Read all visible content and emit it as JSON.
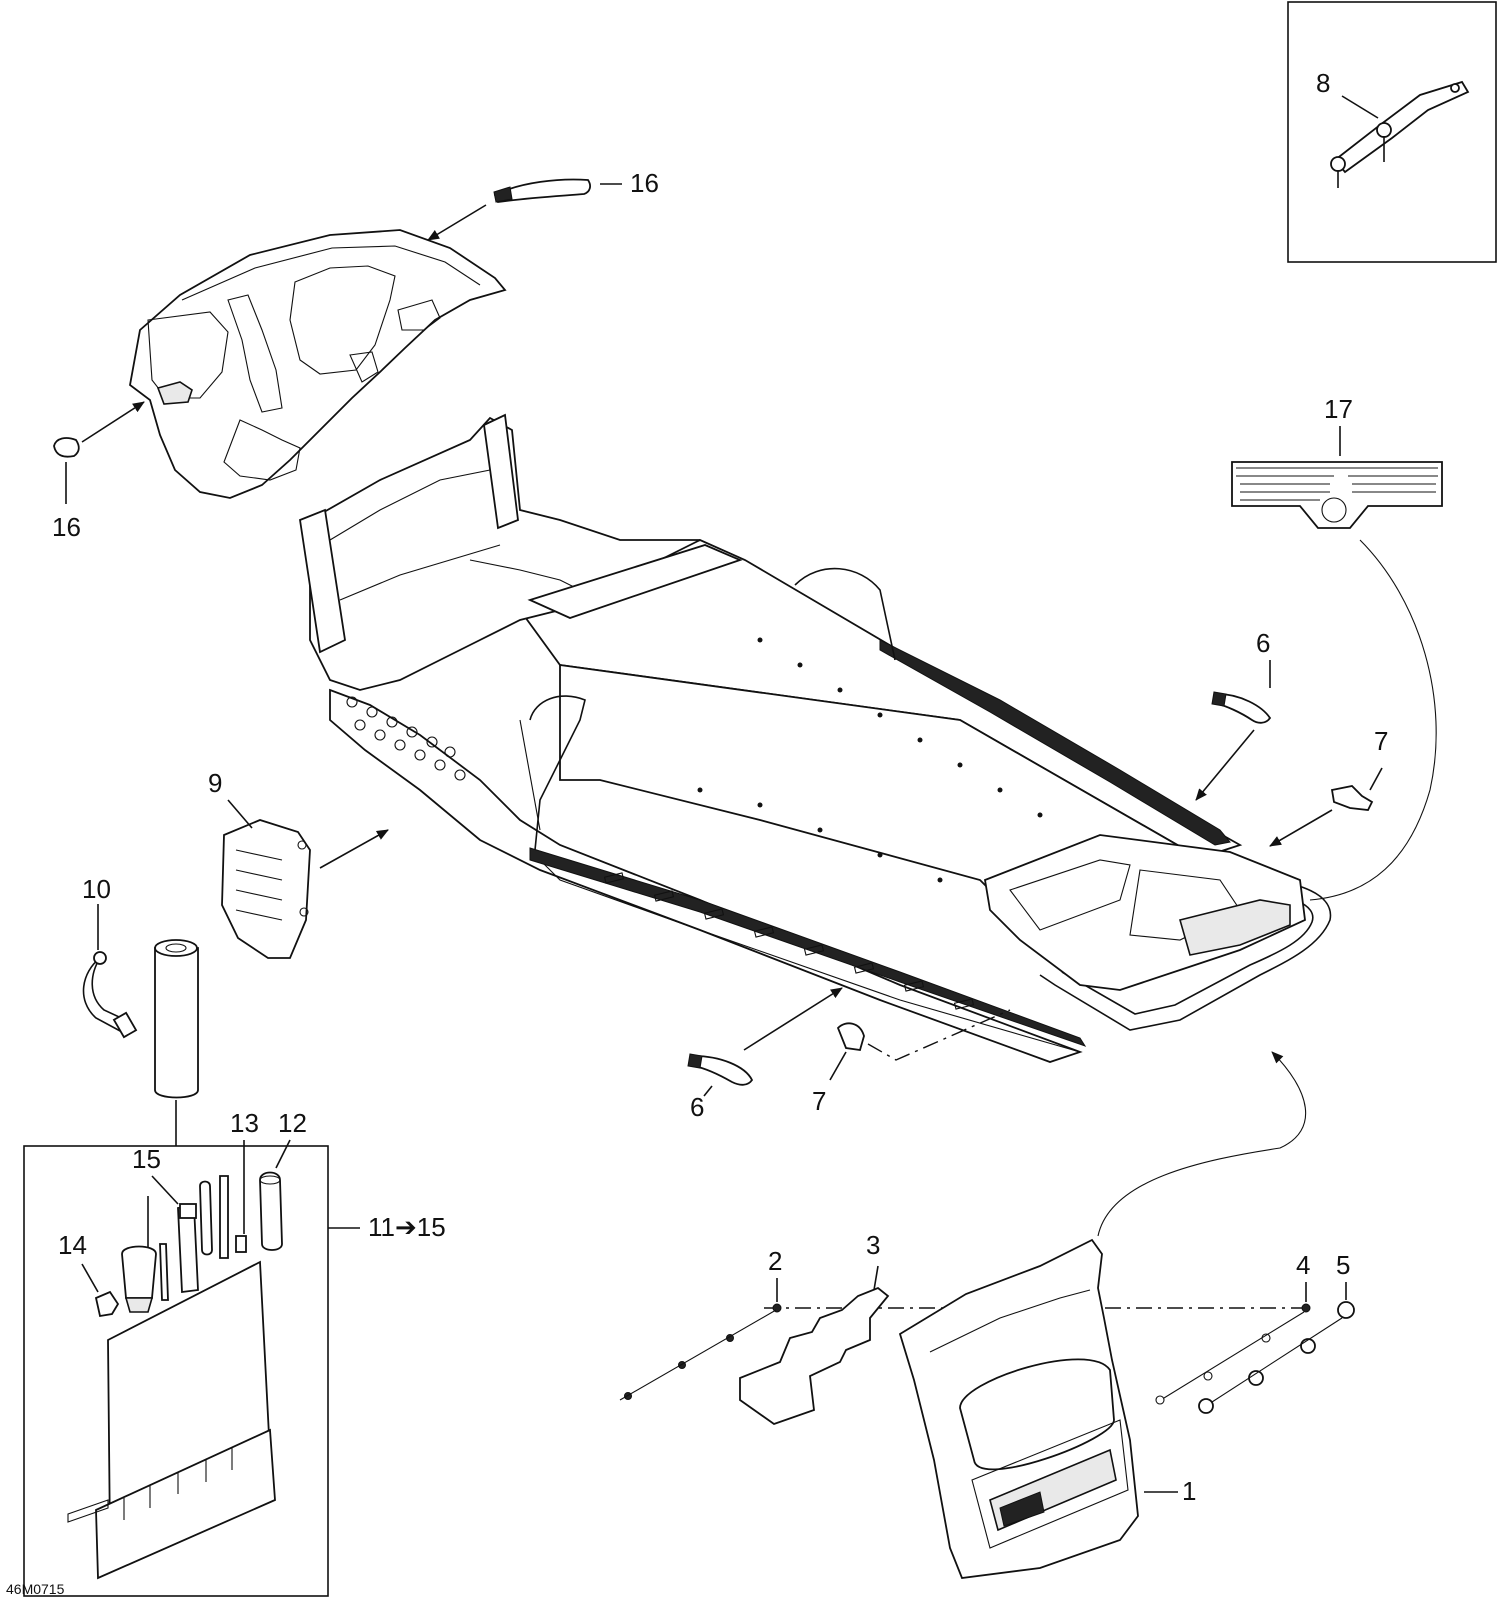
{
  "diagram": {
    "reference_code": "46M0715",
    "callouts": {
      "c1": "1",
      "c2": "2",
      "c3": "3",
      "c4": "4",
      "c5": "5",
      "c6a": "6",
      "c6b": "6",
      "c7a": "7",
      "c7b": "7",
      "c8": "8",
      "c9": "9",
      "c10": "10",
      "c11_15": "11➔15",
      "c12": "12",
      "c13": "13",
      "c14": "14",
      "c15": "15",
      "c16a": "16",
      "c16b": "16",
      "c17": "17"
    }
  }
}
